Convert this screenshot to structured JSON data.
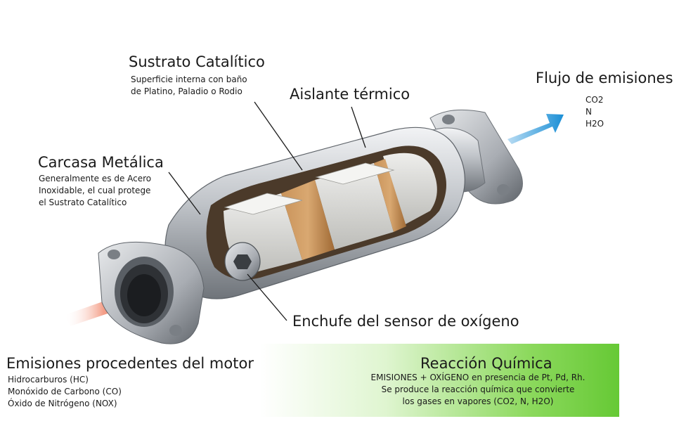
{
  "labels": {
    "substrate": {
      "title": "Sustrato Catalítico",
      "lines": [
        "Superficie interna con baño",
        "de Platino, Paladio o Rodio"
      ]
    },
    "insulation": {
      "title": "Aislante térmico"
    },
    "casing": {
      "title": "Carcasa Metálica",
      "lines": [
        "Generalmente es de Acero",
        "Inoxidable, el cual protege",
        "el Sustrato Catalítico"
      ]
    },
    "outflow": {
      "title": "Flujo de emisiones",
      "lines": [
        "CO2",
        "N",
        "H2O"
      ]
    },
    "sensor": {
      "title": "Enchufe del sensor de oxígeno"
    },
    "engine": {
      "title": "Emisiones procedentes del motor",
      "lines": [
        "Hidrocarburos (HC)",
        "Monóxido de Carbono (CO)",
        "Óxido de Nitrógeno (NOX)"
      ]
    },
    "reaction": {
      "title": "Reacción Química",
      "lines": [
        "EMISIONES + OXÍGENO en presencia de Pt, Pd, Rh.",
        "Se produce la reacción química que convierte",
        "los gases en vapores (CO2, N, H2O)"
      ]
    }
  },
  "colors": {
    "inflow_arrow": "#e8472a",
    "outflow_arrow": "#1a8fd6",
    "reaction_green": "#66c935",
    "catalyst_copper": "#b8824a",
    "substrate_grey": "#d9d9d6",
    "metal": "#b8bcc2"
  },
  "icons": {
    "inflow": "red-arrow-icon",
    "outflow": "blue-arrow-icon",
    "sensor": "oxygen-sensor-bolt-icon"
  }
}
